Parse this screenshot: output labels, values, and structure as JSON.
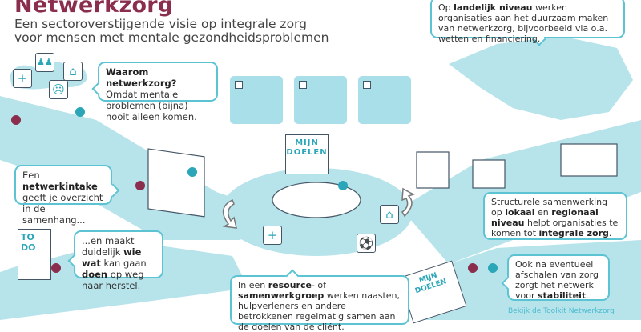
{
  "header": {
    "title": "Netwerkzorg",
    "subtitle_line1": "Een sectoroverstijgende visie op integrale zorg",
    "subtitle_line2": "voor mensen met mentale gezondheidsproblemen"
  },
  "bubbles": {
    "why": {
      "bold": "Waarom netwerkzorg?",
      "text": "Omdat mentale problemen (bijna) nooit alleen komen."
    },
    "national": {
      "pre": "Op ",
      "bold": "landelijk niveau",
      "post": " werken organisaties aan het duurzaam maken van netwerkzorg, bijvoorbeeld via o.a. wetten en financiering."
    },
    "intake": {
      "pre": "Een ",
      "bold": "netwerkintake",
      "post": " geeft je overzicht in de samenhang..."
    },
    "clarify": {
      "pre": "...en maakt duidelijk ",
      "bold1": "wie wat",
      "mid": " kan gaan ",
      "bold2": "doen",
      "post": " op weg naar herstel."
    },
    "resource": {
      "pre": "In een ",
      "bold1": "resource",
      "mid": "- of ",
      "bold2": "samenwerkgroep",
      "post": " werken naasten, hulpverleners en andere betrokkenen regelmatig samen aan de doelen van de cliënt."
    },
    "regional": {
      "pre": "Structurele samenwerking op ",
      "bold1": "lokaal",
      "mid": " en ",
      "bold2": "regionaal niveau",
      "post": " helpt organisaties te komen tot ",
      "bold3": "integrale zorg",
      "end": "."
    },
    "stability": {
      "pre": "Ook na eventueel afschalen van zorg zorgt het netwerk voor ",
      "bold": "stabiliteit",
      "post": "."
    }
  },
  "illustration": {
    "board_line1": "MIJN",
    "board_line2": "DOELEN",
    "todo_label": "TO DO",
    "paper_line1": "MIJN",
    "paper_line2": "DOELEN",
    "icons": [
      "plus-icon",
      "people-icon",
      "home-icon",
      "sad-face-icon",
      "football-icon"
    ]
  },
  "footer": {
    "link": "Bekijk de Toolkit Netwerkzorg"
  },
  "colors": {
    "title": "#8b2d4c",
    "accent": "#5cc3d3",
    "light": "#a9dfe8",
    "dark": "#2aa6b8"
  }
}
